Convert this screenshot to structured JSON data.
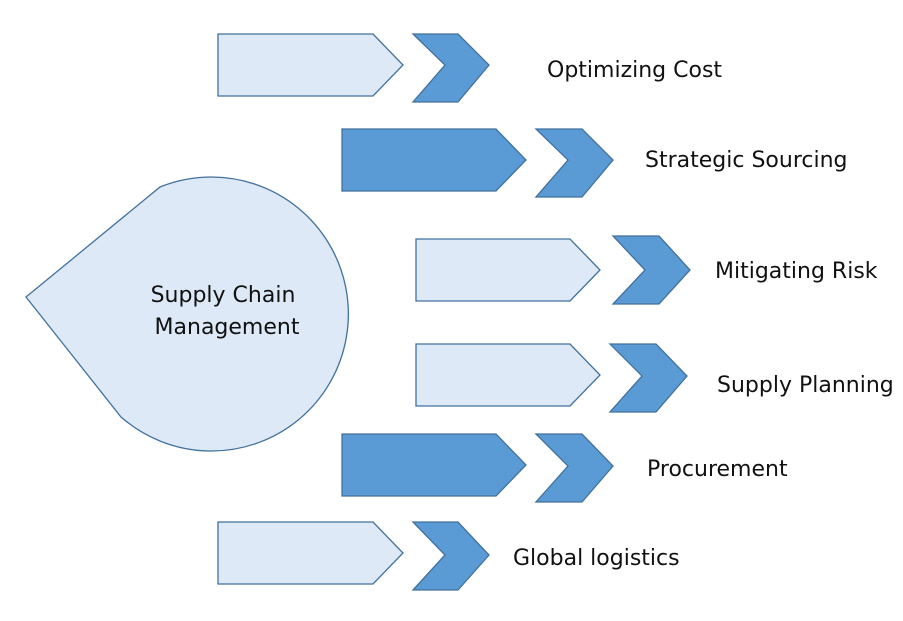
{
  "center": {
    "label_line1": "Supply Chain",
    "label_line2": "Management"
  },
  "items": [
    {
      "label": "Optimizing Cost",
      "style": "light"
    },
    {
      "label": "Strategic Sourcing",
      "style": "dark"
    },
    {
      "label": "Mitigating Risk",
      "style": "light"
    },
    {
      "label": "Supply Planning",
      "style": "light"
    },
    {
      "label": "Procurement",
      "style": "dark"
    },
    {
      "label": "Global logistics",
      "style": "light"
    }
  ],
  "colors": {
    "light_fill": "#dde9f6",
    "dark_fill": "#5b9bd5",
    "chevron_fill": "#5b9bd5",
    "stroke": "#41719c",
    "text": "#111111"
  }
}
